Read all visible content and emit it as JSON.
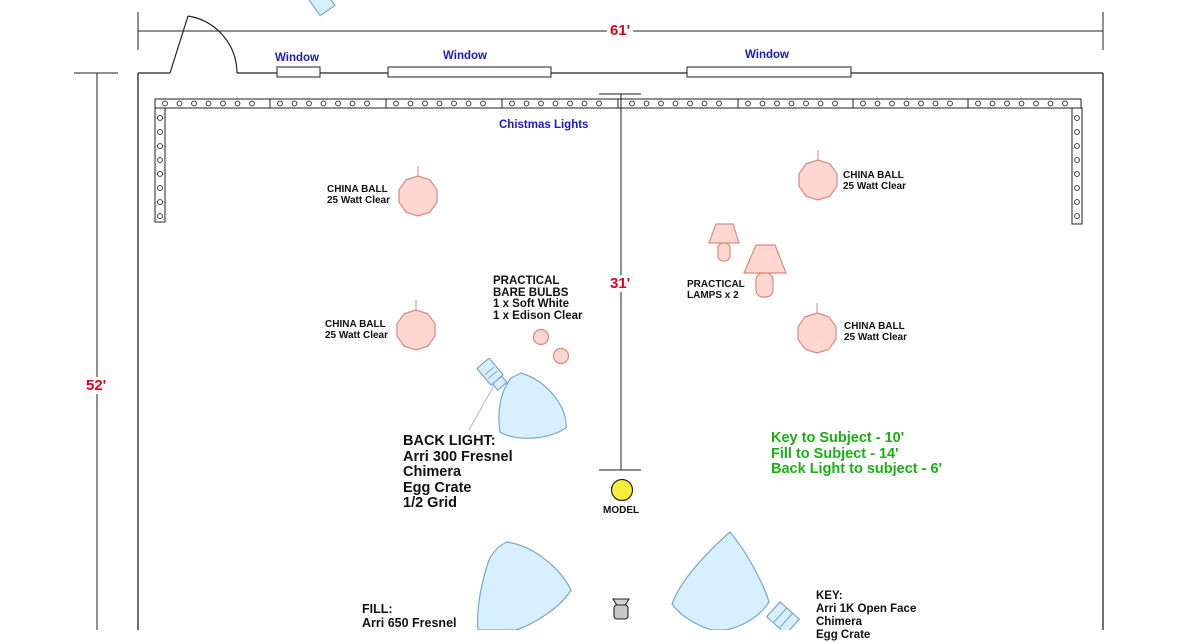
{
  "dimensions": {
    "width": "61'",
    "center_depth": "31'",
    "height": "52'"
  },
  "windows": [
    "Window",
    "Window",
    "Window"
  ],
  "christmas_lights": "Chistmas Lights",
  "china_balls": [
    {
      "title": "CHINA BALL",
      "subtitle": "25 Watt Clear"
    },
    {
      "title": "CHINA BALL",
      "subtitle": "25 Watt Clear"
    },
    {
      "title": "CHINA BALL",
      "subtitle": "25 Watt Clear"
    },
    {
      "title": "CHINA BALL",
      "subtitle": "25 Watt Clear"
    }
  ],
  "practical_bulbs": {
    "lines": [
      "PRACTICAL",
      "BARE BULBS",
      "1 x Soft White",
      "1 x Edison Clear"
    ]
  },
  "practical_lamps": {
    "lines": [
      "PRACTICAL",
      "LAMPS x 2"
    ]
  },
  "back_light": {
    "lines": [
      "BACK LIGHT:",
      "Arri 300 Fresnel",
      "Chimera",
      "Egg Crate",
      "1/2 Grid"
    ]
  },
  "distances": [
    "Key to Subject - 10'",
    "Fill to Subject - 14'",
    "Back Light to subject - 6'"
  ],
  "model": "MODEL",
  "fill_light": {
    "lines": [
      "FILL:",
      "Arri 650 Fresnel"
    ]
  },
  "key_light": {
    "lines": [
      "KEY:",
      "Arri 1K Open Face",
      "Chimera",
      "Egg Crate"
    ]
  },
  "colors": {
    "dimension_red": "#e3001b",
    "window_blue": "#1a1acc",
    "note_green": "#19b013",
    "china_ball_fill": "#ffd6d0",
    "china_ball_stroke": "#d98a80",
    "softbox_fill": "#d8efff",
    "softbox_stroke": "#7aa7c9",
    "model_yellow": "#f7ee3a"
  }
}
